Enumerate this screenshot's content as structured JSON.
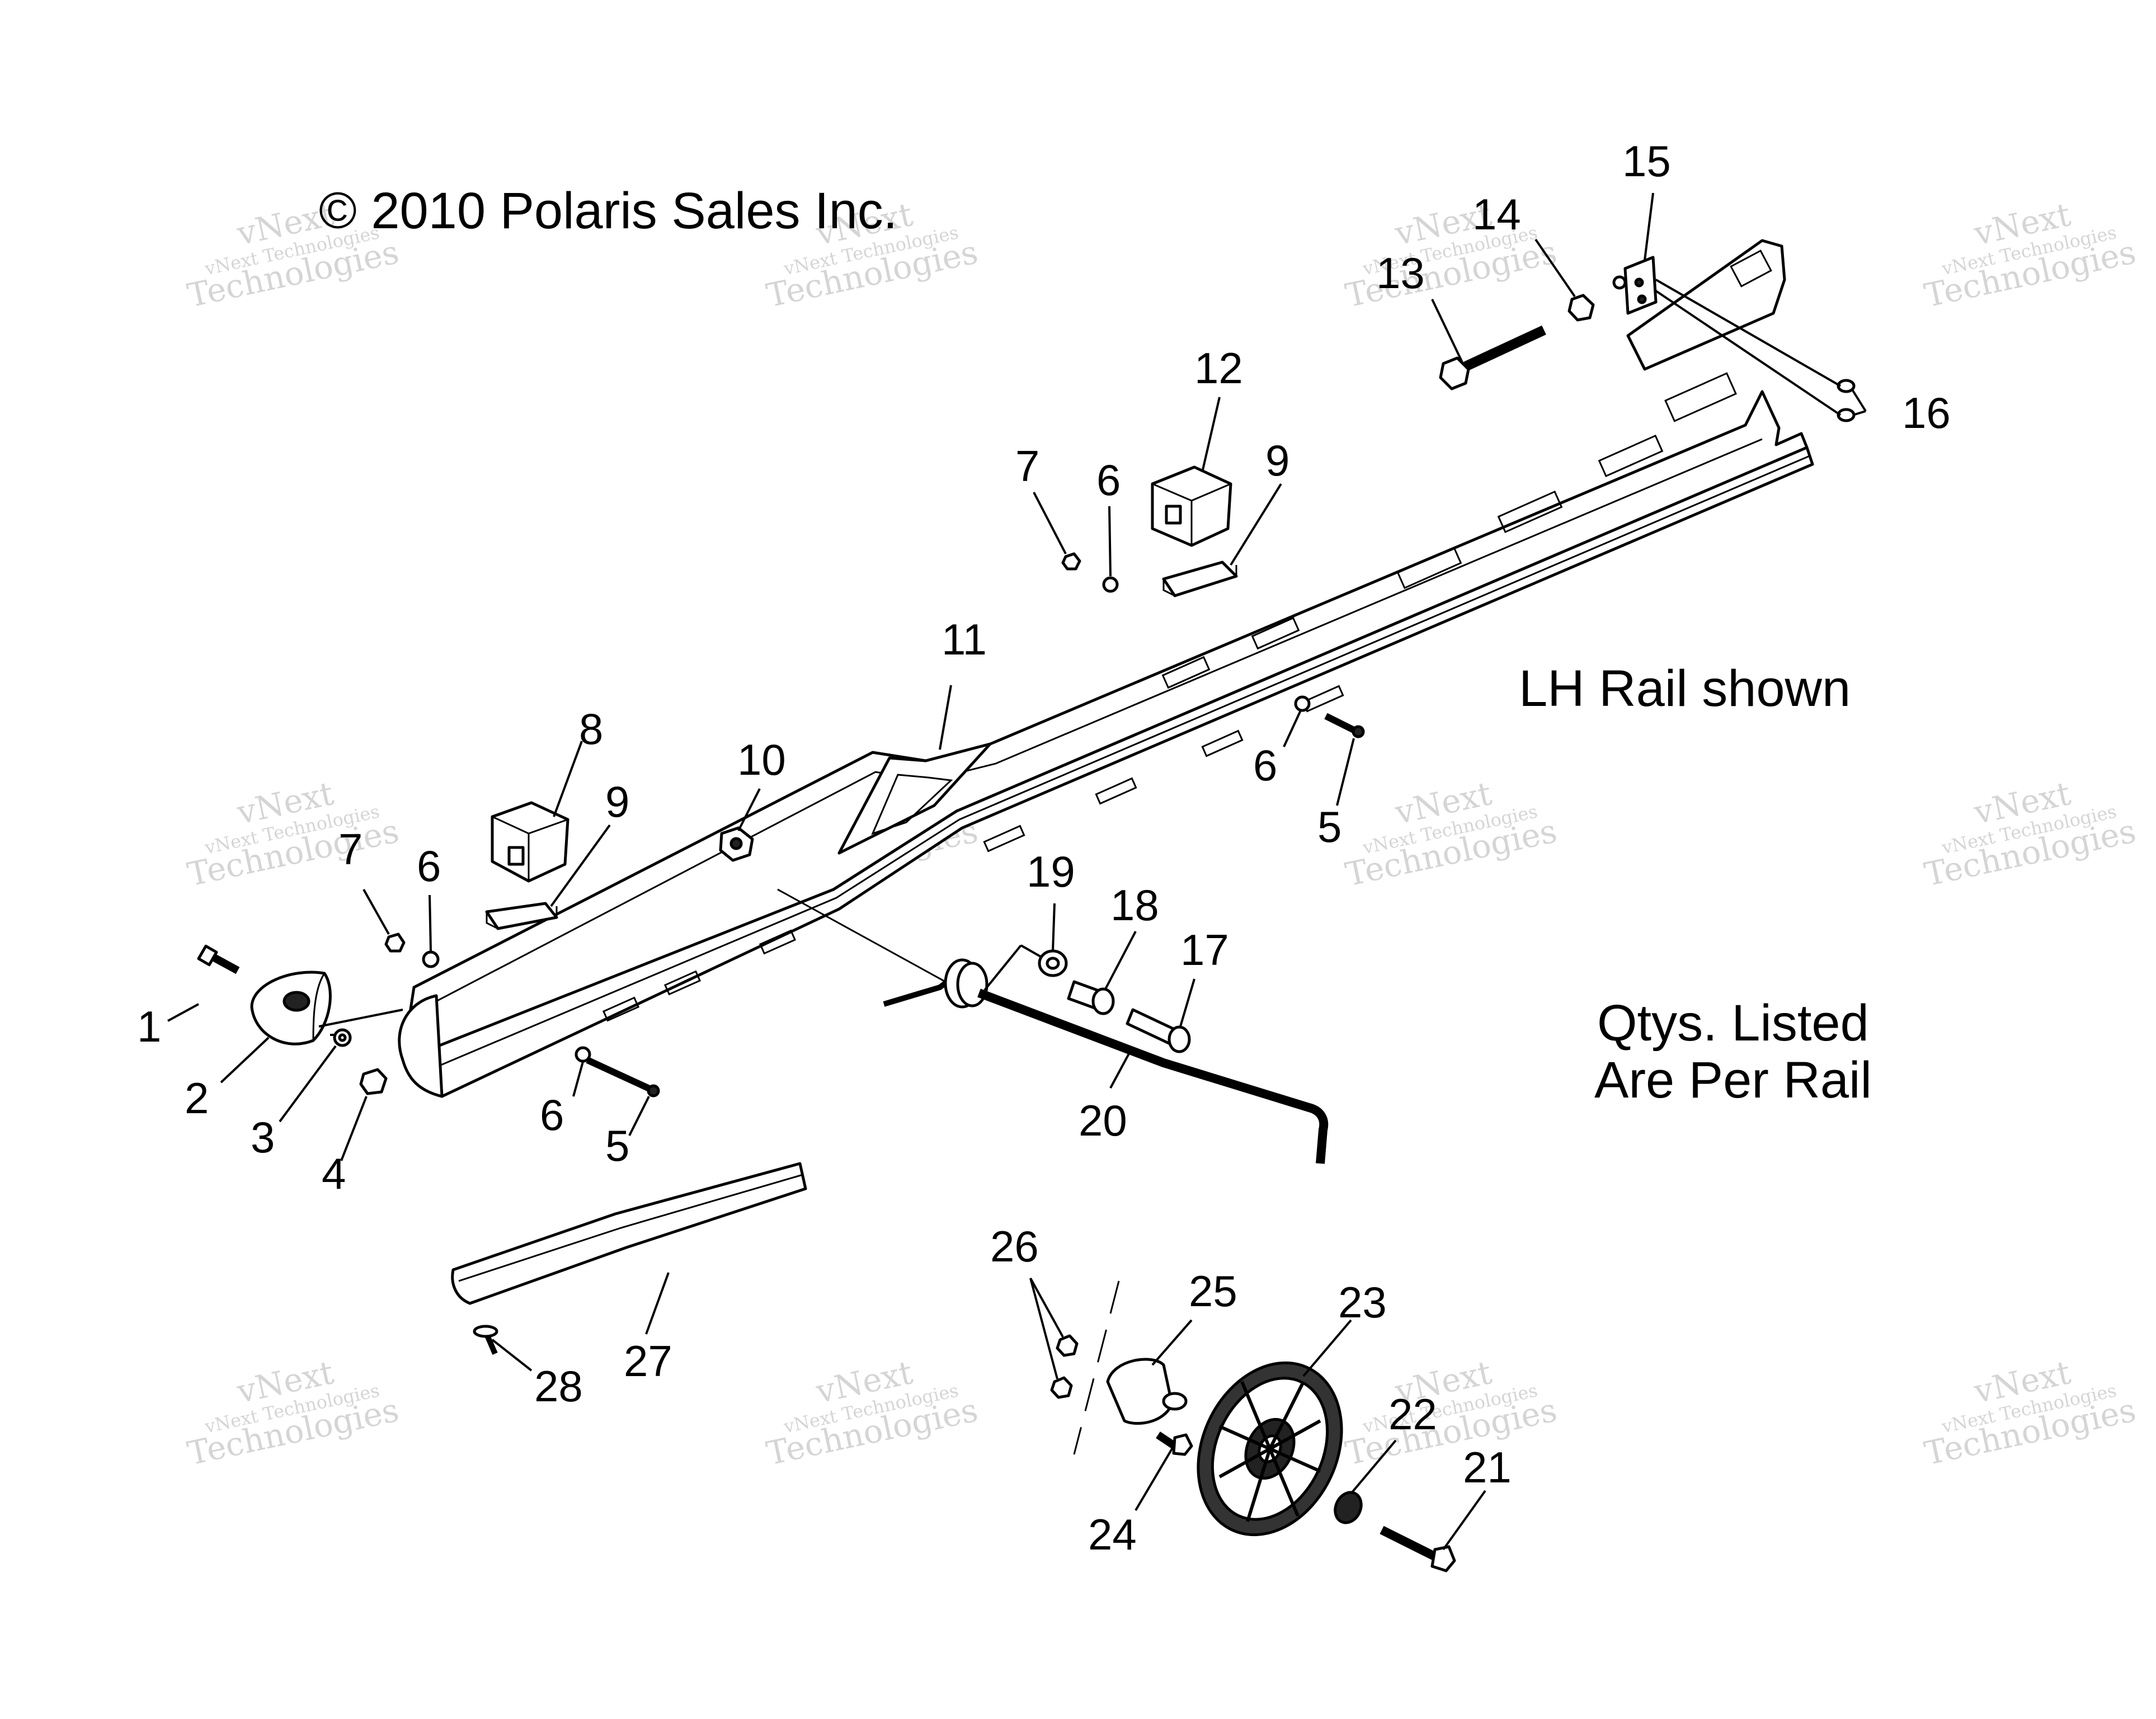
{
  "copyright": "© 2010 Polaris Sales Inc.",
  "notes": {
    "rail_shown": "LH Rail shown",
    "qty_line1": "Qtys. Listed",
    "qty_line2": "Are Per Rail"
  },
  "watermark": {
    "line1": "vNext",
    "line2": "vNext Technologies",
    "line3": "Technologies"
  },
  "callouts": [
    {
      "id": "c1",
      "text": "1"
    },
    {
      "id": "c2",
      "text": "2"
    },
    {
      "id": "c3",
      "text": "3"
    },
    {
      "id": "c4",
      "text": "4"
    },
    {
      "id": "c5a",
      "text": "5"
    },
    {
      "id": "c5b",
      "text": "5"
    },
    {
      "id": "c6a",
      "text": "6"
    },
    {
      "id": "c6b",
      "text": "6"
    },
    {
      "id": "c6c",
      "text": "6"
    },
    {
      "id": "c6d",
      "text": "6"
    },
    {
      "id": "c7a",
      "text": "7"
    },
    {
      "id": "c7b",
      "text": "7"
    },
    {
      "id": "c8",
      "text": "8"
    },
    {
      "id": "c9a",
      "text": "9"
    },
    {
      "id": "c9b",
      "text": "9"
    },
    {
      "id": "c10",
      "text": "10"
    },
    {
      "id": "c11",
      "text": "11"
    },
    {
      "id": "c12",
      "text": "12"
    },
    {
      "id": "c13",
      "text": "13"
    },
    {
      "id": "c14",
      "text": "14"
    },
    {
      "id": "c15",
      "text": "15"
    },
    {
      "id": "c16",
      "text": "16"
    },
    {
      "id": "c17",
      "text": "17"
    },
    {
      "id": "c18",
      "text": "18"
    },
    {
      "id": "c19",
      "text": "19"
    },
    {
      "id": "c20",
      "text": "20"
    },
    {
      "id": "c21",
      "text": "21"
    },
    {
      "id": "c22",
      "text": "22"
    },
    {
      "id": "c23",
      "text": "23"
    },
    {
      "id": "c24",
      "text": "24"
    },
    {
      "id": "c25",
      "text": "25"
    },
    {
      "id": "c26",
      "text": "26"
    },
    {
      "id": "c27",
      "text": "27"
    },
    {
      "id": "c28",
      "text": "28"
    }
  ]
}
